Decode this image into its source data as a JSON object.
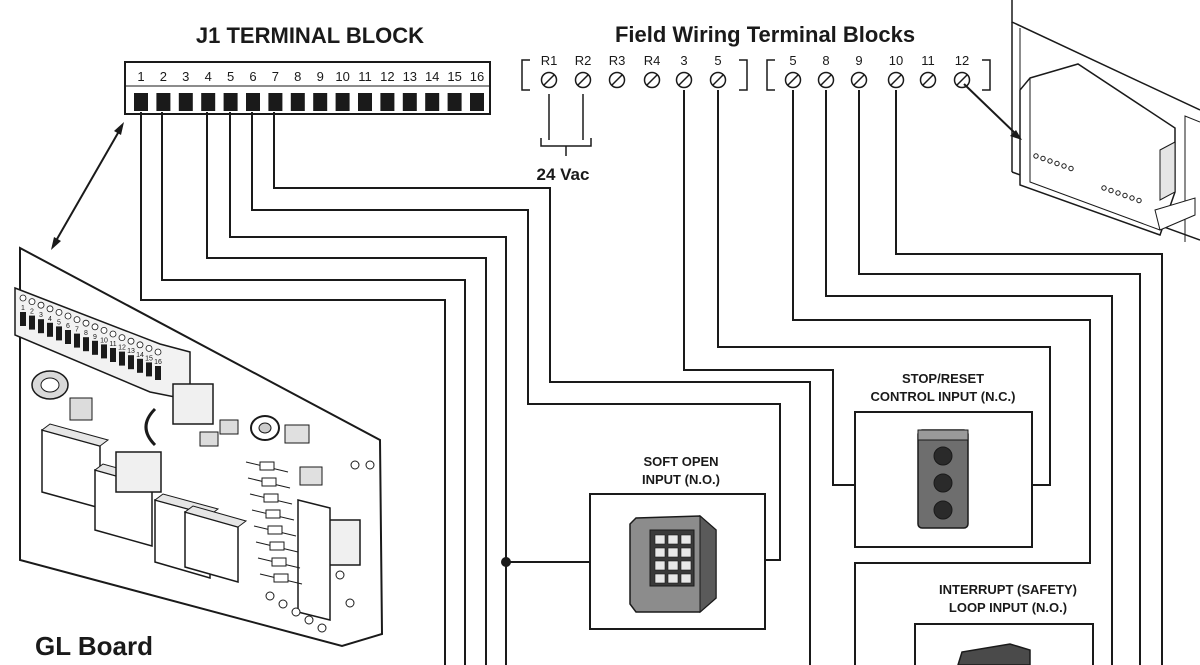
{
  "j1_block": {
    "title": "J1 TERMINAL BLOCK",
    "terminals": [
      "1",
      "2",
      "3",
      "4",
      "5",
      "6",
      "7",
      "8",
      "9",
      "10",
      "11",
      "12",
      "13",
      "14",
      "15",
      "16"
    ]
  },
  "field_block": {
    "title": "Field Wiring Terminal Blocks",
    "group1": [
      "R1",
      "R2",
      "R3",
      "R4",
      "3",
      "5"
    ],
    "group2": [
      "5",
      "8",
      "9",
      "10",
      "11",
      "12"
    ],
    "supply_label": "24 Vac"
  },
  "board": {
    "label": "GL Board",
    "pin_labels": [
      "1",
      "2",
      "3",
      "4",
      "5",
      "6",
      "7",
      "8",
      "9",
      "10",
      "11",
      "12",
      "13",
      "14",
      "15",
      "16"
    ]
  },
  "devices": {
    "soft_open": {
      "line1": "SOFT OPEN",
      "line2": "INPUT (N.O.)"
    },
    "stop_reset": {
      "line1": "STOP/RESET",
      "line2": "CONTROL INPUT (N.C.)"
    },
    "interrupt": {
      "line1": "INTERRUPT (SAFETY)",
      "line2": "LOOP INPUT (N.O.)"
    }
  }
}
